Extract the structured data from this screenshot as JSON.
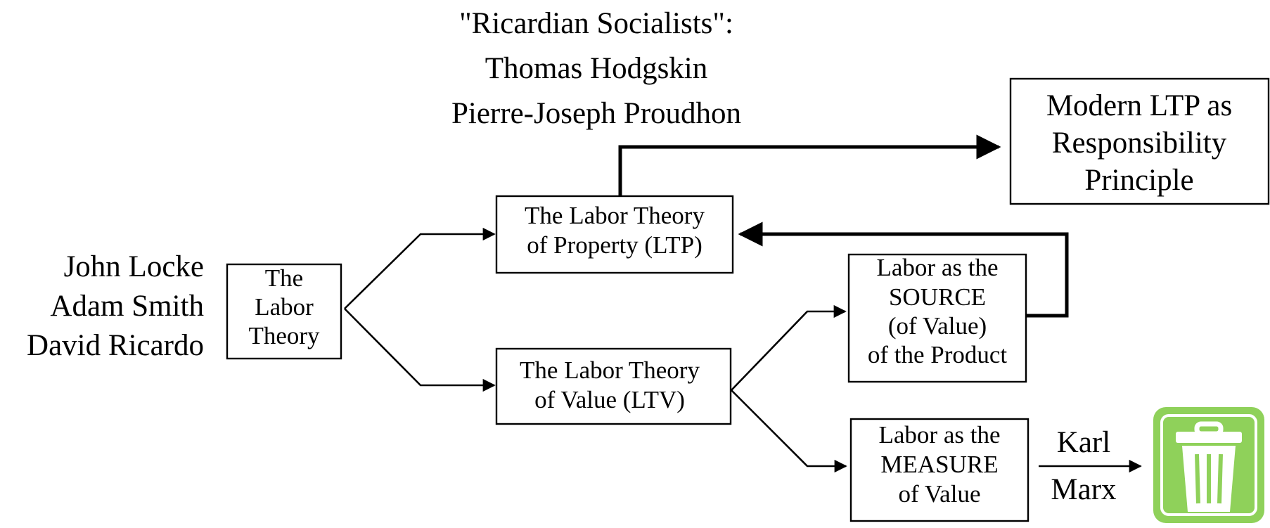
{
  "authors": [
    "John Locke",
    "Adam Smith",
    "David Ricardo"
  ],
  "ricardian": {
    "heading": "\"Ricardian Socialists\":",
    "names": [
      "Thomas Hodgskin",
      "Pierre-Joseph Proudhon"
    ]
  },
  "boxes": {
    "labor_theory": [
      "The",
      "Labor",
      "Theory"
    ],
    "ltp": [
      "The Labor Theory",
      "of Property (LTP)"
    ],
    "ltv": [
      "The Labor Theory",
      "of Value (LTV)"
    ],
    "source": [
      "Labor as the",
      "SOURCE",
      "(of Value)",
      "of the Product"
    ],
    "measure": [
      "Labor as the",
      "MEASURE",
      "of Value"
    ],
    "modern_ltp": [
      "Modern LTP as",
      "Responsibility",
      "Principle"
    ]
  },
  "marx": [
    "Karl",
    "Marx"
  ],
  "icons": {
    "trash": "trash-can-icon",
    "trash_color": "#8fd15a",
    "trash_border": "#8fd15a"
  }
}
